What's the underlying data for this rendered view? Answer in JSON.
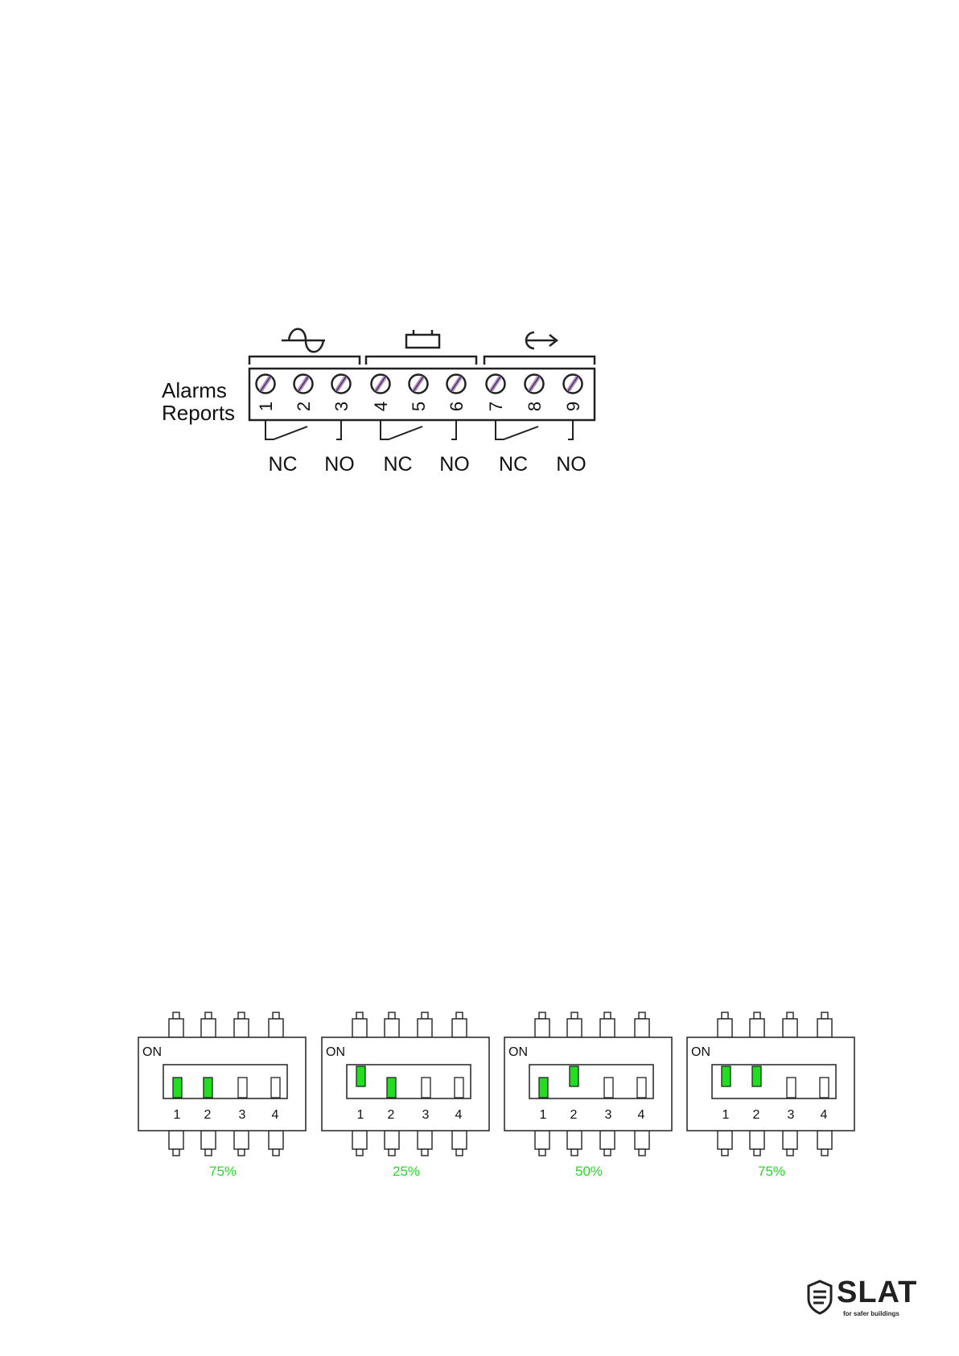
{
  "terminal_block": {
    "row_labels": [
      "Alarms",
      "Reports"
    ],
    "groups": [
      {
        "icon": "ac-mains-icon",
        "terminals": [
          "1",
          "2",
          "3"
        ],
        "contacts": [
          "NC",
          "NO"
        ]
      },
      {
        "icon": "battery-icon",
        "terminals": [
          "4",
          "5",
          "6"
        ],
        "contacts": [
          "NC",
          "NO"
        ]
      },
      {
        "icon": "output-arrow-icon",
        "terminals": [
          "7",
          "8",
          "9"
        ],
        "contacts": [
          "NC",
          "NO"
        ]
      }
    ]
  },
  "dip_switches": [
    {
      "on_label": "ON",
      "numbers": [
        "1",
        "2",
        "3",
        "4"
      ],
      "states": [
        "on",
        "on",
        "off",
        "off"
      ],
      "raised": [
        false,
        false,
        false,
        false
      ],
      "caption": "75%"
    },
    {
      "on_label": "ON",
      "numbers": [
        "1",
        "2",
        "3",
        "4"
      ],
      "states": [
        "on",
        "on",
        "off",
        "off"
      ],
      "raised": [
        true,
        false,
        false,
        false
      ],
      "caption": "25%"
    },
    {
      "on_label": "ON",
      "numbers": [
        "1",
        "2",
        "3",
        "4"
      ],
      "states": [
        "on",
        "on",
        "off",
        "off"
      ],
      "raised": [
        false,
        true,
        false,
        false
      ],
      "caption": "50%"
    },
    {
      "on_label": "ON",
      "numbers": [
        "1",
        "2",
        "3",
        "4"
      ],
      "states": [
        "on",
        "on",
        "off",
        "off"
      ],
      "raised": [
        true,
        true,
        false,
        false
      ],
      "caption": "75%"
    }
  ],
  "logo": {
    "name": "SLAT",
    "tagline": "for safer buildings"
  },
  "colors": {
    "switch_on": "#22dd22",
    "caption": "#22dd22",
    "line": "#222222",
    "screw": "#b58ad0"
  }
}
